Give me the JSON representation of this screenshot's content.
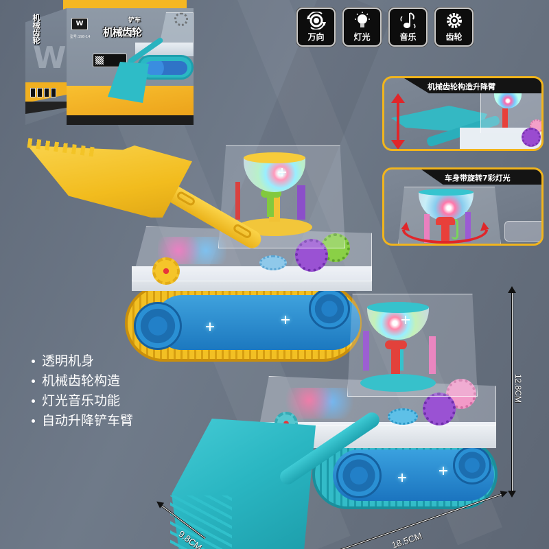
{
  "package": {
    "brand_logo": "W",
    "title_small": "铲车",
    "title_main": "机械齿轮",
    "model_number": "型号:198-14",
    "side_title": "机械齿轮"
  },
  "features": [
    {
      "icon": "rotate-360-icon",
      "label": "万向"
    },
    {
      "icon": "light-bulb-icon",
      "label": "灯光"
    },
    {
      "icon": "music-note-icon",
      "label": "音乐"
    },
    {
      "icon": "gear-icon",
      "label": "齿轮"
    }
  ],
  "callouts": [
    {
      "title": "机械齿轮构造升降臂",
      "indicator": "up-down-arrow-icon"
    },
    {
      "title": "车身带旋转7彩灯光",
      "indicator": "rotate-arrow-icon"
    }
  ],
  "bullets": [
    "透明机身",
    "机械齿轮构造",
    "灯光音乐功能",
    "自动升降铲车臂"
  ],
  "dimensions": {
    "height": "12.8CM",
    "length": "18.5CM",
    "width": "9.8CM"
  },
  "colors": {
    "background": "#6a7483",
    "accent_yellow": "#f2b51c",
    "toy_yellow": "#f2bc1e",
    "toy_teal": "#2ab6c2",
    "arrow_red": "#e0262a",
    "icon_bg": "#0d0d0d"
  }
}
